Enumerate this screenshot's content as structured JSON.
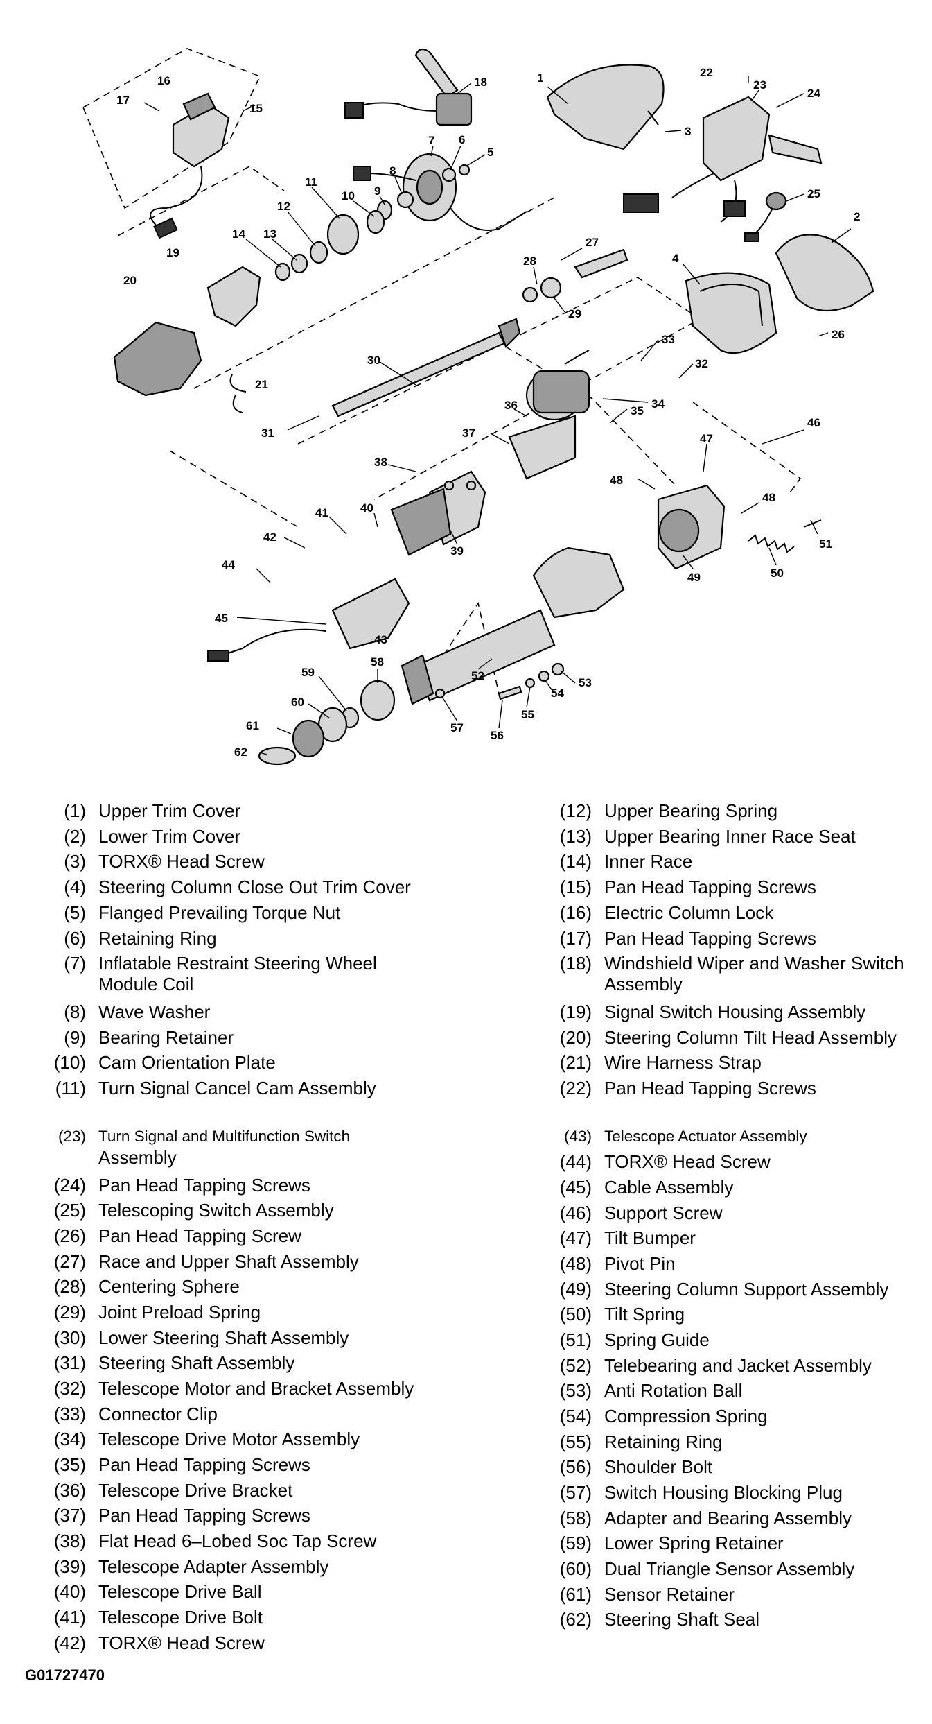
{
  "diagram": {
    "callouts": [
      "1",
      "2",
      "3",
      "4",
      "5",
      "6",
      "7",
      "8",
      "9",
      "10",
      "11",
      "12",
      "13",
      "14",
      "15",
      "16",
      "17",
      "18",
      "19",
      "20",
      "21",
      "22",
      "23",
      "24",
      "25",
      "26",
      "27",
      "28",
      "29",
      "30",
      "31",
      "32",
      "33",
      "34",
      "35",
      "36",
      "37",
      "38",
      "39",
      "40",
      "41",
      "42",
      "43",
      "44",
      "45",
      "46",
      "47",
      "48",
      "49",
      "50",
      "51",
      "52",
      "53",
      "54",
      "55",
      "56",
      "57",
      "58",
      "59",
      "60",
      "61",
      "62"
    ],
    "callout_48b": "48"
  },
  "legend": {
    "left": [
      {
        "num": "(1)",
        "label": "Upper Trim Cover"
      },
      {
        "num": "(2)",
        "label": "Lower Trim Cover"
      },
      {
        "num": "(3)",
        "label": "TORX® Head Screw"
      },
      {
        "num": "(4)",
        "label": "Steering Column Close Out Trim Cover"
      },
      {
        "num": "(5)",
        "label": "Flanged Prevailing Torque Nut"
      },
      {
        "num": "(6)",
        "label": "Retaining Ring"
      },
      {
        "num": "(7)",
        "label": "Inflatable Restraint Steering Wheel",
        "label2": "Module Coil"
      },
      {
        "num": "(8)",
        "label": "Wave Washer"
      },
      {
        "num": "(9)",
        "label": "Bearing Retainer"
      },
      {
        "num": "(10)",
        "label": "Cam Orientation Plate"
      },
      {
        "num": "(11)",
        "label": "Turn Signal Cancel Cam Assembly"
      },
      {
        "num": "(23)",
        "label": "Turn Signal and Multifunction Switch",
        "label2": "Assembly"
      },
      {
        "num": "(24)",
        "label": "Pan Head Tapping Screws"
      },
      {
        "num": "(25)",
        "label": "Telescoping Switch Assembly"
      },
      {
        "num": "(26)",
        "label": "Pan Head Tapping Screw"
      },
      {
        "num": "(27)",
        "label": "Race and Upper Shaft Assembly"
      },
      {
        "num": "(28)",
        "label": "Centering Sphere"
      },
      {
        "num": "(29)",
        "label": "Joint Preload Spring"
      },
      {
        "num": "(30)",
        "label": "Lower Steering Shaft Assembly"
      },
      {
        "num": "(31)",
        "label": "Steering Shaft Assembly"
      },
      {
        "num": "(32)",
        "label": "Telescope Motor and Bracket Assembly"
      },
      {
        "num": "(33)",
        "label": "Connector Clip"
      },
      {
        "num": "(34)",
        "label": "Telescope Drive Motor Assembly"
      },
      {
        "num": "(35)",
        "label": "Pan Head Tapping Screws"
      },
      {
        "num": "(36)",
        "label": "Telescope Drive Bracket"
      },
      {
        "num": "(37)",
        "label": "Pan Head Tapping Screws"
      },
      {
        "num": "(38)",
        "label": "Flat Head 6–Lobed Soc Tap Screw"
      },
      {
        "num": "(39)",
        "label": "Telescope Adapter Assembly"
      },
      {
        "num": "(40)",
        "label": "Telescope Drive Ball"
      },
      {
        "num": "(41)",
        "label": "Telescope Drive Bolt"
      },
      {
        "num": "(42)",
        "label": "TORX® Head Screw"
      }
    ],
    "right": [
      {
        "num": "(12)",
        "label": "Upper Bearing Spring"
      },
      {
        "num": "(13)",
        "label": "Upper Bearing Inner Race Seat"
      },
      {
        "num": "(14)",
        "label": "Inner Race"
      },
      {
        "num": "(15)",
        "label": "Pan Head Tapping Screws"
      },
      {
        "num": "(16)",
        "label": "Electric Column Lock"
      },
      {
        "num": "(17)",
        "label": "Pan Head Tapping Screws"
      },
      {
        "num": "(18)",
        "label": "Windshield Wiper and Washer Switch",
        "label2": "Assembly"
      },
      {
        "num": "(19)",
        "label": "Signal Switch Housing Assembly"
      },
      {
        "num": "(20)",
        "label": "Steering Column Tilt Head Assembly"
      },
      {
        "num": "(21)",
        "label": "Wire Harness Strap"
      },
      {
        "num": "(22)",
        "label": "Pan Head Tapping Screws"
      },
      {
        "num": "(43)",
        "label": "Telescope Actuator Assembly"
      },
      {
        "num": "(44)",
        "label": "TORX® Head Screw"
      },
      {
        "num": "(45)",
        "label": "Cable Assembly"
      },
      {
        "num": "(46)",
        "label": "Support Screw"
      },
      {
        "num": "(47)",
        "label": "Tilt Bumper"
      },
      {
        "num": "(48)",
        "label": "Pivot Pin"
      },
      {
        "num": "(49)",
        "label": "Steering Column Support Assembly"
      },
      {
        "num": "(50)",
        "label": "Tilt Spring"
      },
      {
        "num": "(51)",
        "label": "Spring Guide"
      },
      {
        "num": "(52)",
        "label": "Telebearing and Jacket Assembly"
      },
      {
        "num": "(53)",
        "label": "Anti Rotation Ball"
      },
      {
        "num": "(54)",
        "label": "Compression Spring"
      },
      {
        "num": "(55)",
        "label": "Retaining Ring"
      },
      {
        "num": "(56)",
        "label": "Shoulder Bolt"
      },
      {
        "num": "(57)",
        "label": "Switch Housing Blocking Plug"
      },
      {
        "num": "(58)",
        "label": "Adapter and Bearing Assembly"
      },
      {
        "num": "(59)",
        "label": "Lower Spring Retainer"
      },
      {
        "num": "(60)",
        "label": "Dual Triangle Sensor Assembly"
      },
      {
        "num": "(61)",
        "label": "Sensor Retainer"
      },
      {
        "num": "(62)",
        "label": "Steering Shaft Seal"
      }
    ]
  },
  "figure_id": "G01727470"
}
